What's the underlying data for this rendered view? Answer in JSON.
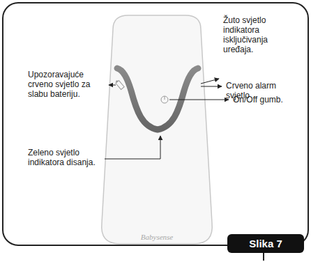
{
  "diagram": {
    "caption": "Slika 7",
    "labels": [
      "Upozoravajuće crveno svjetlo za slabu bateriju.",
      "Žuto svjetlo indikatora isključivanja uređaja.",
      "Crveno alarm svjetlo",
      "On/Off gumb.",
      "Zeleno svjetlo indikatora disanja.",
      "Babysense"
    ]
  }
}
